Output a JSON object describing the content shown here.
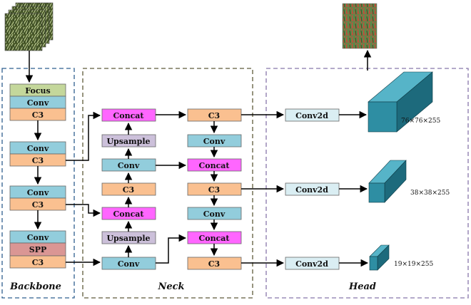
{
  "sections": {
    "backbone": "Backbone",
    "neck": "Neck",
    "head": "Head"
  },
  "backbone": {
    "focus": "Focus",
    "conv1": "Conv",
    "c3_1": "C3",
    "conv2": "Conv",
    "c3_2": "C3",
    "conv3": "Conv",
    "c3_3": "C3",
    "conv4": "Conv",
    "spp": "SPP",
    "c3_4": "C3"
  },
  "neck_left": {
    "concat1": "Concat",
    "upsample1": "Upsample",
    "conv1": "Conv",
    "c3": "C3",
    "concat2": "Concat",
    "upsample2": "Upsample",
    "conv2": "Conv"
  },
  "neck_right": {
    "c3_top": "C3",
    "conv1": "Conv",
    "concat1": "Concat",
    "c3_mid": "C3",
    "conv2": "Conv",
    "concat2": "Concat",
    "c3_bot": "C3"
  },
  "head": {
    "conv2d_1": "Conv2d",
    "conv2d_2": "Conv2d",
    "conv2d_3": "Conv2d",
    "out1": "76×76×255",
    "out2": "38×38×255",
    "out3": "19×19×255"
  },
  "colors": {
    "focus": "#c4d79b",
    "conv": "#92cddc",
    "c3": "#fac090",
    "spp": "#da9694",
    "concat": "#ff66ff",
    "upsample": "#ccc0da",
    "conv2d": "#daeef3",
    "cuboid_front": "#2e8ea3",
    "cuboid_top": "#56b4c8",
    "cuboid_side": "#1d6a7c",
    "backbone_border": "#2f5f8f",
    "neck_border": "#5f5a3a",
    "head_border": "#8877aa"
  }
}
